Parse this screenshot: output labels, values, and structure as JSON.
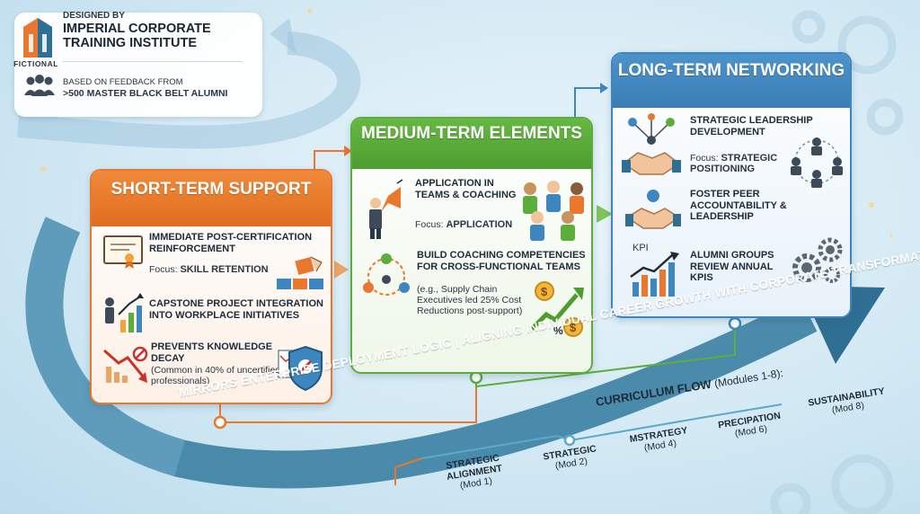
{
  "header": {
    "logo_text": "FICTIONAL",
    "designed_by": "DESIGNED BY",
    "institute": "IMPERIAL CORPORATE TRAINING INSTITUTE",
    "feedback_line1": "BASED ON FEEDBACK FROM",
    "feedback_line2": ">500 MASTER BLACK BELT ALUMNI",
    "icons": [
      "building-logo-icon",
      "people-group-icon"
    ]
  },
  "stages": {
    "short": {
      "title": "SHORT-TERM SUPPORT",
      "color": "#e9782e",
      "items": [
        {
          "title": "IMMEDIATE POST-CERTIFICATION REINFORCEMENT",
          "focus_label": "Focus:",
          "focus_value": "SKILL RETENTION",
          "icons": [
            "certificate-icon",
            "puzzle-blocks-icon"
          ]
        },
        {
          "title": "CAPSTONE PROJECT INTEGRATION INTO WORKPLACE INITIATIVES",
          "icons": [
            "presenter-chart-icon"
          ]
        },
        {
          "title": "PREVENTS KNOWLEDGE DECAY",
          "note": "(Common in 40% of uncertified professionals)",
          "icons": [
            "declining-chart-icon",
            "shield-icon"
          ]
        }
      ]
    },
    "medium": {
      "title": "MEDIUM-TERM ELEMENTS",
      "color": "#5cae3c",
      "items": [
        {
          "title": "APPLICATION IN TEAMS & COACHING",
          "focus_label": "Focus:",
          "focus_value": "APPLICATION",
          "icons": [
            "megaphone-person-icon",
            "team-icon"
          ]
        },
        {
          "title": "BUILD COACHING COMPETENCIES FOR CROSS-FUNCTIONAL TEAMS",
          "note": "(e.g., Supply Chain Executives led 25% Cost Reductions post-support)",
          "icons": [
            "network-people-icon",
            "growth-coins-icon"
          ]
        }
      ]
    },
    "long": {
      "title": "LONG-TERM NETWORKING",
      "color": "#3d86bf",
      "items": [
        {
          "title": "STRATEGIC LEADERSHIP DEVELOPMENT",
          "focus_label": "Focus:",
          "focus_value": "STRATEGIC POSITIONING",
          "icons": [
            "handshake-network-icon",
            "leaders-circle-icon"
          ]
        },
        {
          "title": "FOSTER PEER ACCOUNTABILITY & LEADERSHIP",
          "icons": [
            "handshake-icon"
          ]
        },
        {
          "title": "ALUMNI GROUPS REVIEW ANNUAL KPIS",
          "kpi_label": "KPI",
          "icons": [
            "kpi-chart-icon",
            "gears-icon"
          ]
        }
      ]
    }
  },
  "flow": {
    "banner": "MIRRORS ENTERPRISE DEPLOYMENT LOGIC | ALIGNING INDIVIDUAL CAREER GROWTH WITH CORPORATE TRANSFORMATION",
    "curriculum_title": "CURRICULUM FLOW",
    "curriculum_modules": "(Modules 1-8):",
    "modules": [
      {
        "name": "STRATEGIC ALIGNMENT",
        "mod": "(Mod 1)"
      },
      {
        "name": "STRATEGIC",
        "mod": "(Mod 2)"
      },
      {
        "name": "MSTRATEGY",
        "mod": "(Mod 4)"
      },
      {
        "name": "PRECIPATION",
        "mod": "(Mod 6)"
      },
      {
        "name": "SUSTAINABILITY",
        "mod": "(Mod 8)"
      }
    ]
  },
  "colors": {
    "orange": "#e9782e",
    "green": "#5cae3c",
    "blue": "#3d86bf",
    "arrow": "#2f6f94"
  }
}
